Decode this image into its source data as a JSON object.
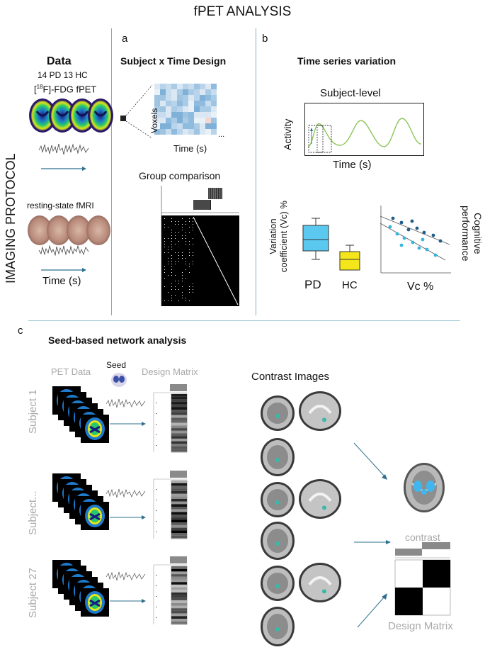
{
  "title": "fPET ANALYSIS",
  "protocol": {
    "vertical_label": "IMAGING PROTOCOL",
    "data_heading": "Data",
    "cohort": "14 PD 13 HC",
    "fpet_label_pre": "[",
    "fpet_label_sup": "18",
    "fpet_label_post": "F]-FDG fPET",
    "fmri_label": "resting-state fMRI",
    "time_label": "Time (s)"
  },
  "panel_a": {
    "letter": "a",
    "heading": "Subject x Time Design",
    "voxels_label": "Voxels",
    "time_label": "Time (s)",
    "dots": "...",
    "group_label": "Group comparison"
  },
  "panel_b": {
    "letter": "b",
    "heading": "Time series variation",
    "subject_level": "Subject-level",
    "activity_label": "Activity",
    "time_label": "Time (s)",
    "vc_label_line1": "Variation",
    "vc_label_line2": "coefficient (Vc) %",
    "pd": "PD",
    "hc": "HC",
    "vc_axis": "Vc %",
    "cog_line1": "Cognitive",
    "cog_line2": "performance",
    "colors": {
      "pd_box": "#5bc8ef",
      "hc_box": "#f5e51b",
      "trace": "#8cc65a",
      "dark_dot": "#1f5e8a",
      "light_dot": "#38b5de"
    }
  },
  "panel_c": {
    "letter": "c",
    "heading": "Seed-based network analysis",
    "pet_data": "PET Data",
    "seed": "Seed",
    "design_matrix": "Design Matrix",
    "subjects": [
      "Subject 1",
      "Subject...",
      "Subject 27"
    ],
    "contrast_images": "Contrast Images",
    "contrast": "contrast",
    "design_matrix_bottom": "Design Matrix"
  }
}
